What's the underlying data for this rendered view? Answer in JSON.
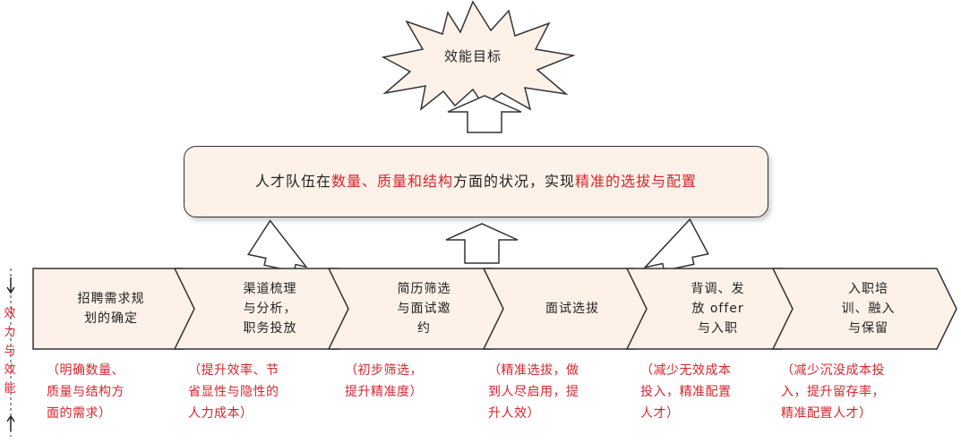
{
  "goal": {
    "label": "效能目标"
  },
  "banner": {
    "parts": [
      {
        "text": "人才队伍在",
        "highlight": false
      },
      {
        "text": "数量、质量和结构",
        "highlight": true
      },
      {
        "text": "方面的状况，实现",
        "highlight": false
      },
      {
        "text": "精准的选拔与配置",
        "highlight": true
      }
    ]
  },
  "side_label": "效力与效能",
  "steps": [
    {
      "lines": [
        "招聘需求规",
        "划的确定"
      ],
      "effect": [
        "（明确数量、",
        "质量与结构方",
        "面的需求）"
      ]
    },
    {
      "lines": [
        "渠道梳理",
        "与分析，",
        "职务投放"
      ],
      "effect": [
        "（提升效率、节",
        "省显性与隐性的",
        "人力成本）"
      ]
    },
    {
      "lines": [
        "简历筛选",
        "与面试邀",
        "约"
      ],
      "effect": [
        "（初步筛选，",
        "提升精准度）"
      ]
    },
    {
      "lines": [
        "面试选拔"
      ],
      "effect": [
        "（精准选拔，做",
        "到人尽启用，提",
        "升人效）"
      ]
    },
    {
      "lines": [
        "背调、发",
        "放 offer",
        "与入职"
      ],
      "effect": [
        "（减少无效成本",
        "投入，精准配置",
        "人才）"
      ]
    },
    {
      "lines": [
        "入职培",
        "训、融入",
        "与保留"
      ],
      "effect": [
        "（减少沉没成本投",
        "入，提升留存率，",
        "精准配置人才）"
      ]
    }
  ],
  "colors": {
    "accent": "#d6262e",
    "fill": "#fdf1e8",
    "outline": "#333333"
  }
}
